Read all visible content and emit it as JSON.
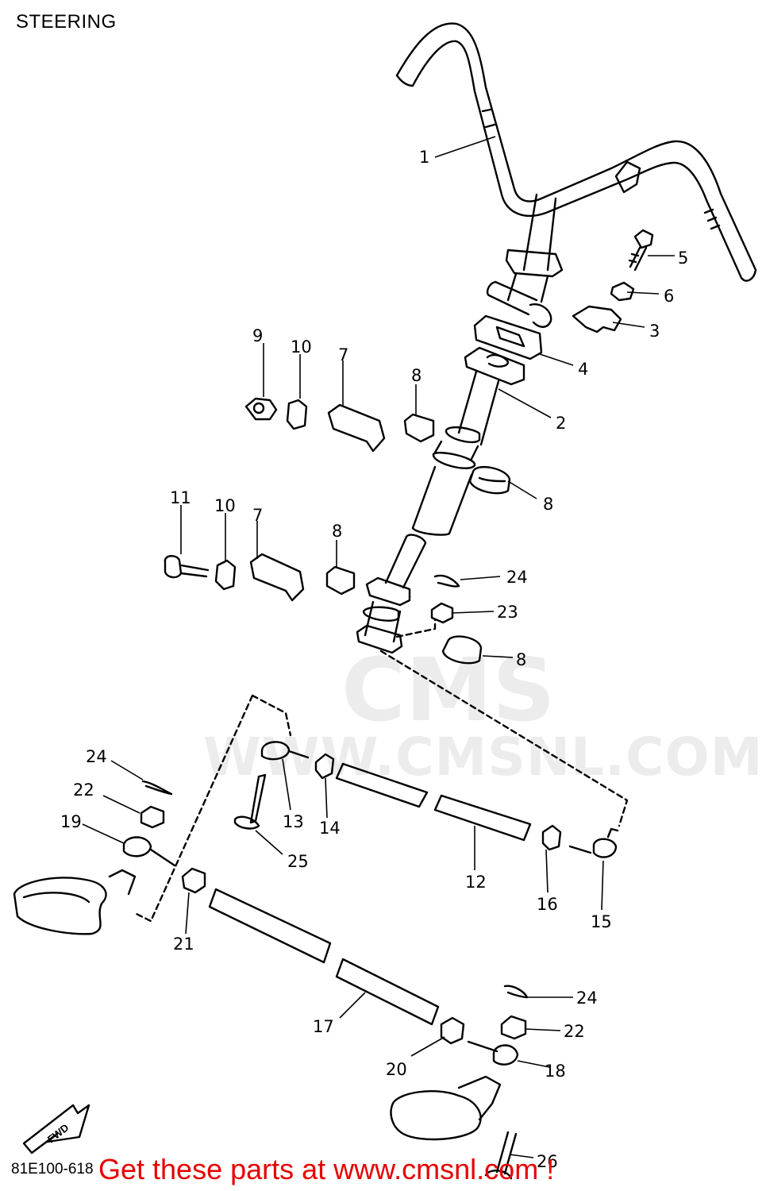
{
  "header": {
    "title": "STEERING"
  },
  "watermark": {
    "brand": "CMS",
    "url": "WWW.CMSNL.COM"
  },
  "footer": {
    "code": "81E100-618",
    "promo": "Get these parts at www.cmsnl.com !"
  },
  "fwd_label": "FWD",
  "callouts": [
    "1",
    "2",
    "3",
    "4",
    "5",
    "6",
    "7",
    "7",
    "8",
    "8",
    "8",
    "8",
    "9",
    "10",
    "10",
    "11",
    "12",
    "13",
    "14",
    "15",
    "16",
    "17",
    "18",
    "19",
    "20",
    "21",
    "22",
    "22",
    "23",
    "24",
    "24",
    "24",
    "25",
    "26"
  ]
}
